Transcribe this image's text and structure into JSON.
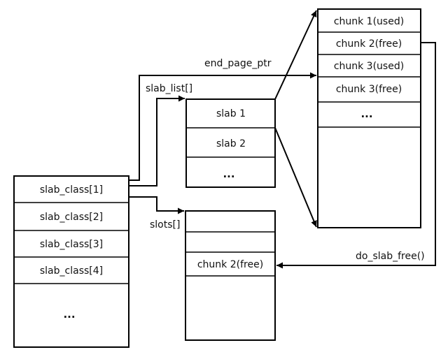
{
  "slab_class_table": {
    "rows": [
      "slab_class[1]",
      "slab_class[2]",
      "slab_class[3]",
      "slab_class[4]"
    ],
    "ellipsis": "..."
  },
  "slab_list_table": {
    "label": "slab_list[]",
    "rows": [
      "slab 1",
      "slab 2"
    ],
    "ellipsis": "..."
  },
  "slots_table": {
    "label": "slots[]",
    "rows": [
      "",
      "",
      "chunk 2(free)"
    ]
  },
  "chunk_table": {
    "rows": [
      "chunk 1(used)",
      "chunk 2(free)",
      "chunk 3(used)",
      "chunk 3(free)"
    ],
    "ellipsis": "..."
  },
  "labels": {
    "end_page_ptr": "end_page_ptr",
    "do_slab_free": "do_slab_free()"
  }
}
